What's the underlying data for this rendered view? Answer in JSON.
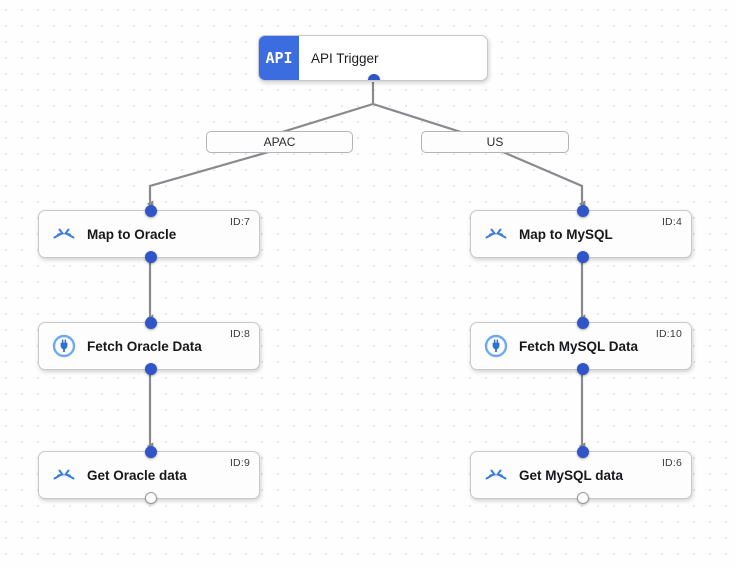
{
  "canvas": {
    "title": "workflow-canvas",
    "accent_blue": "#2f55c8",
    "badge_blue": "#3b6ce0",
    "edge_gray": "#8a8a8e",
    "dot_grid_color": "#e6e6e6"
  },
  "trigger": {
    "badge_text": "API",
    "title": "API Trigger",
    "icon": "api-badge-icon"
  },
  "branches": [
    {
      "label": "APAC"
    },
    {
      "label": "US"
    }
  ],
  "nodes": [
    {
      "id_label": "ID:7",
      "title": "Map to Oracle",
      "icon": "arrows-merge-icon",
      "in_port": "filled",
      "out_port": "filled"
    },
    {
      "id_label": "ID:8",
      "title": "Fetch Oracle Data",
      "icon": "database-plug-icon",
      "in_port": "filled",
      "out_port": "filled"
    },
    {
      "id_label": "ID:9",
      "title": "Get Oracle data",
      "icon": "arrows-merge-icon",
      "in_port": "filled",
      "out_port": "hollow"
    },
    {
      "id_label": "ID:4",
      "title": "Map to MySQL",
      "icon": "arrows-merge-icon",
      "in_port": "filled",
      "out_port": "filled"
    },
    {
      "id_label": "ID:10",
      "title": "Fetch MySQL Data",
      "icon": "database-plug-icon",
      "in_port": "filled",
      "out_port": "filled"
    },
    {
      "id_label": "ID:6",
      "title": "Get MySQL data",
      "icon": "arrows-merge-icon",
      "in_port": "filled",
      "out_port": "hollow"
    }
  ]
}
